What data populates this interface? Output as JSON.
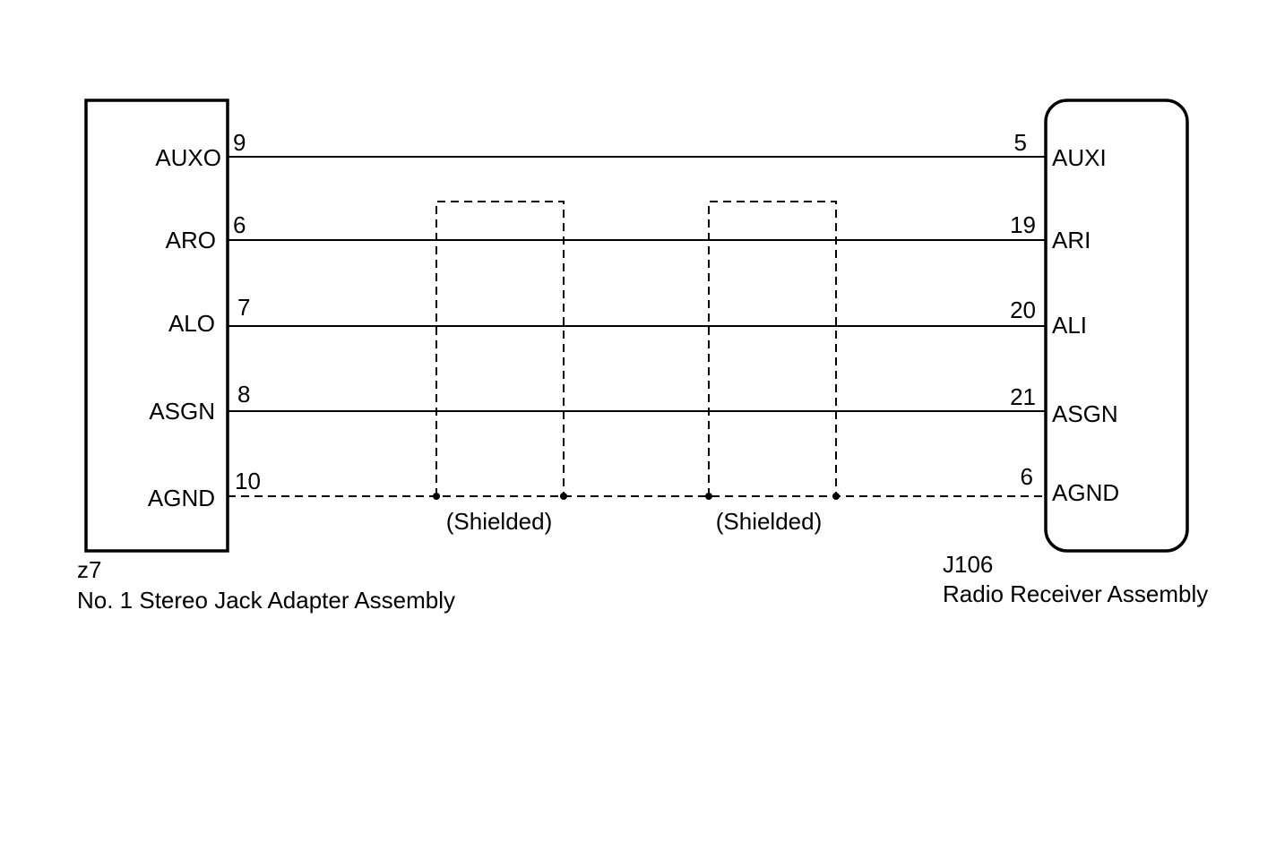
{
  "left_connector": {
    "code": "z7",
    "name": "No. 1 Stereo Jack Adapter Assembly"
  },
  "right_connector": {
    "code": "J106",
    "name": "Radio Receiver Assembly"
  },
  "wires": [
    {
      "left_signal": "AUXO",
      "left_pin": "9",
      "right_pin": "5",
      "right_signal": "AUXI",
      "style": "solid"
    },
    {
      "left_signal": "ARO",
      "left_pin": "6",
      "right_pin": "19",
      "right_signal": "ARI",
      "style": "solid"
    },
    {
      "left_signal": "ALO",
      "left_pin": "7",
      "right_pin": "20",
      "right_signal": "ALI",
      "style": "solid"
    },
    {
      "left_signal": "ASGN",
      "left_pin": "8",
      "right_pin": "21",
      "right_signal": "ASGN",
      "style": "solid"
    },
    {
      "left_signal": "AGND",
      "left_pin": "10",
      "right_pin": "6",
      "right_signal": "AGND",
      "style": "dashed"
    }
  ],
  "shields": [
    {
      "label": "(Shielded)"
    },
    {
      "label": "(Shielded)"
    }
  ],
  "colors": {
    "line": "#000000",
    "background": "#ffffff"
  }
}
